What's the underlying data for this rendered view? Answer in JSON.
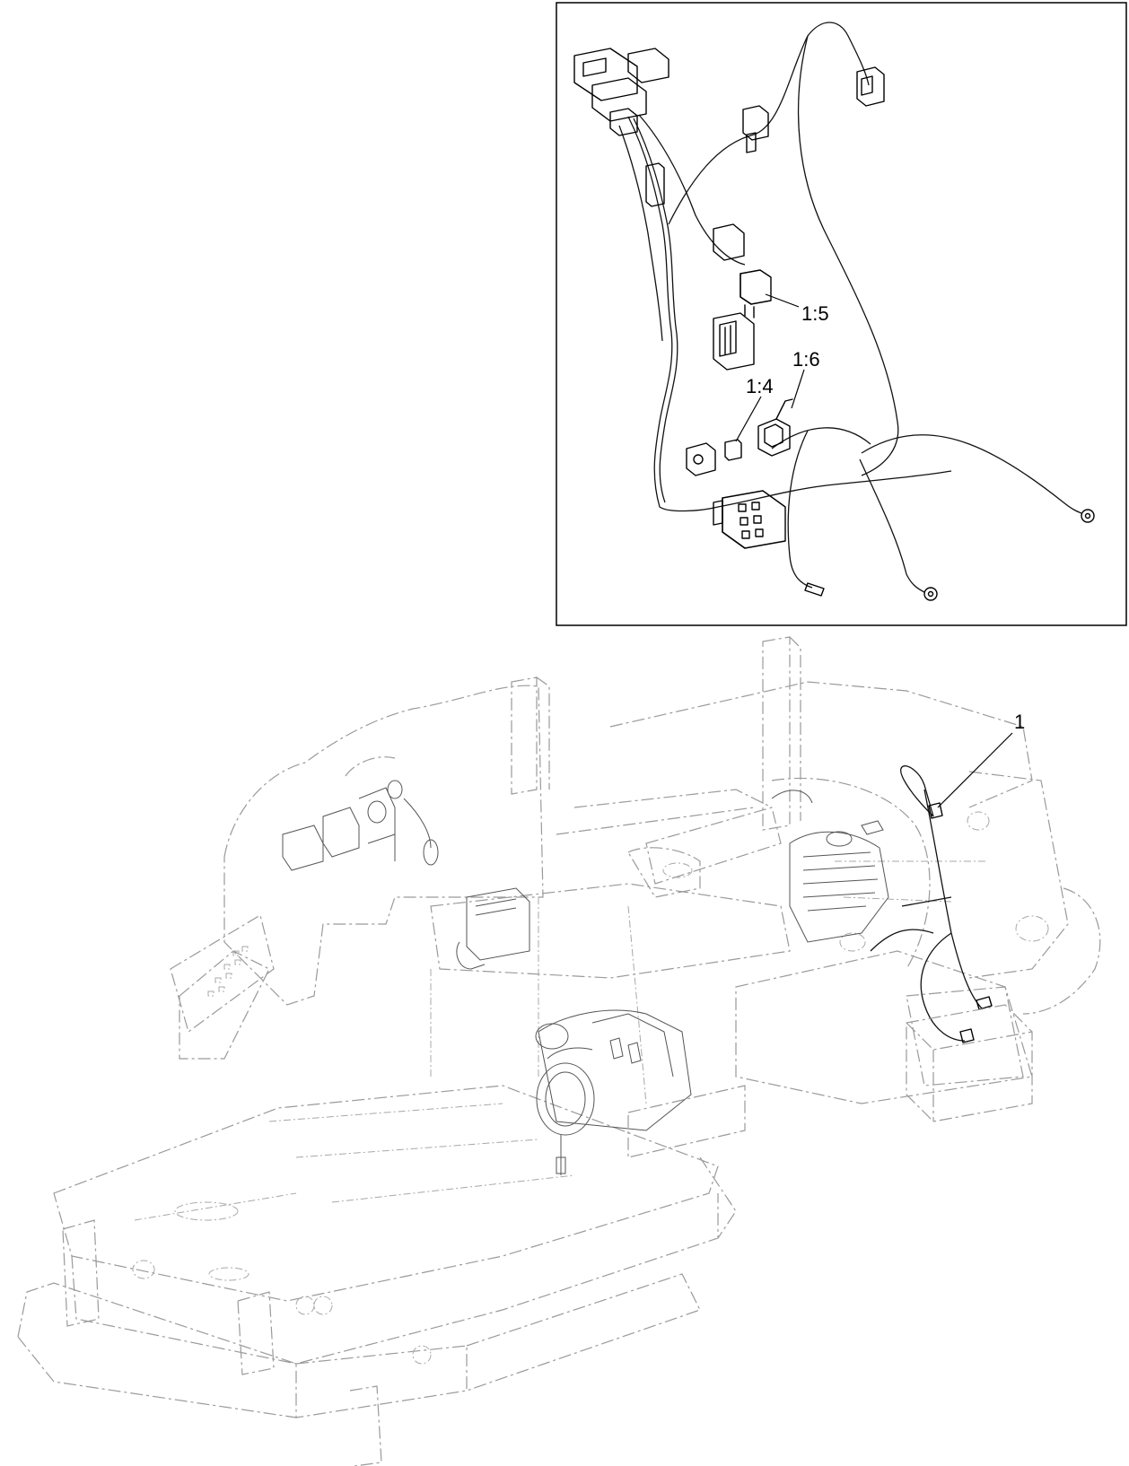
{
  "callouts": {
    "c1": "1",
    "c1_4": "1:4",
    "c1_5": "1:5",
    "c1_6": "1:6"
  },
  "colors": {
    "ink": "#000000",
    "phantom_frame": "#9a9a9a",
    "background": "#ffffff"
  }
}
